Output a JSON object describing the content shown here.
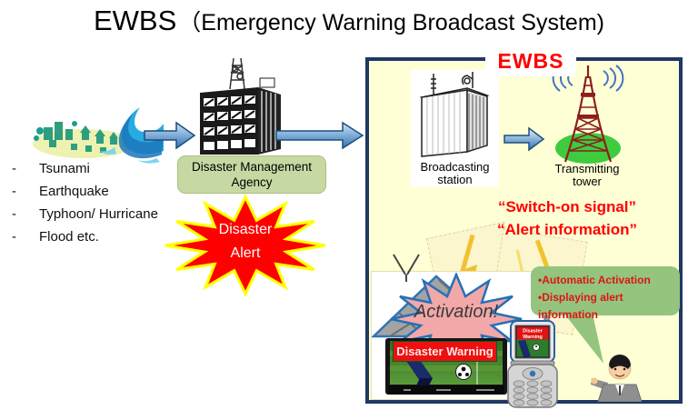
{
  "title": {
    "main": "EWBS",
    "sub": "（Emergency Warning Broadcast System)"
  },
  "disaster_list": {
    "bullet": "-",
    "items": [
      "Tsunami",
      "Earthquake",
      "Typhoon/ Hurricane",
      "Flood etc."
    ]
  },
  "agency": {
    "label": "Disaster Management Agency"
  },
  "disaster_alert": {
    "line1": "Disaster",
    "line2": "Alert"
  },
  "ewbs": {
    "title": "EWBS",
    "station_label": "Broadcasting station",
    "tower_label": "Transmitting tower",
    "signal_line1": "“Switch-on signal”",
    "signal_line2": "“Alert information”",
    "activation_label": "Activation!",
    "tv_banner": "Disaster Warning",
    "phone_banner_line1": "Disaster",
    "phone_banner_line2": "Warning",
    "bubble_line1": "•Automatic Activation",
    "bubble_line2": "•Displaying alert information"
  },
  "colors": {
    "ewbs_red": "#FF0000",
    "box_background": "#FFFFD6",
    "box_border": "#1F3864",
    "agency_green": "#C6D9A3",
    "bubble_green": "#94C47E",
    "alert_star_red": "#FF0000",
    "alert_star_outline": "#FFFF00",
    "activation_pink": "#F2A8A8",
    "activation_outline": "#2570B8",
    "arrow_blue": "#2E75B6",
    "tower_red": "#8E1E1E",
    "tower_ground_green": "#3ECC3E"
  }
}
